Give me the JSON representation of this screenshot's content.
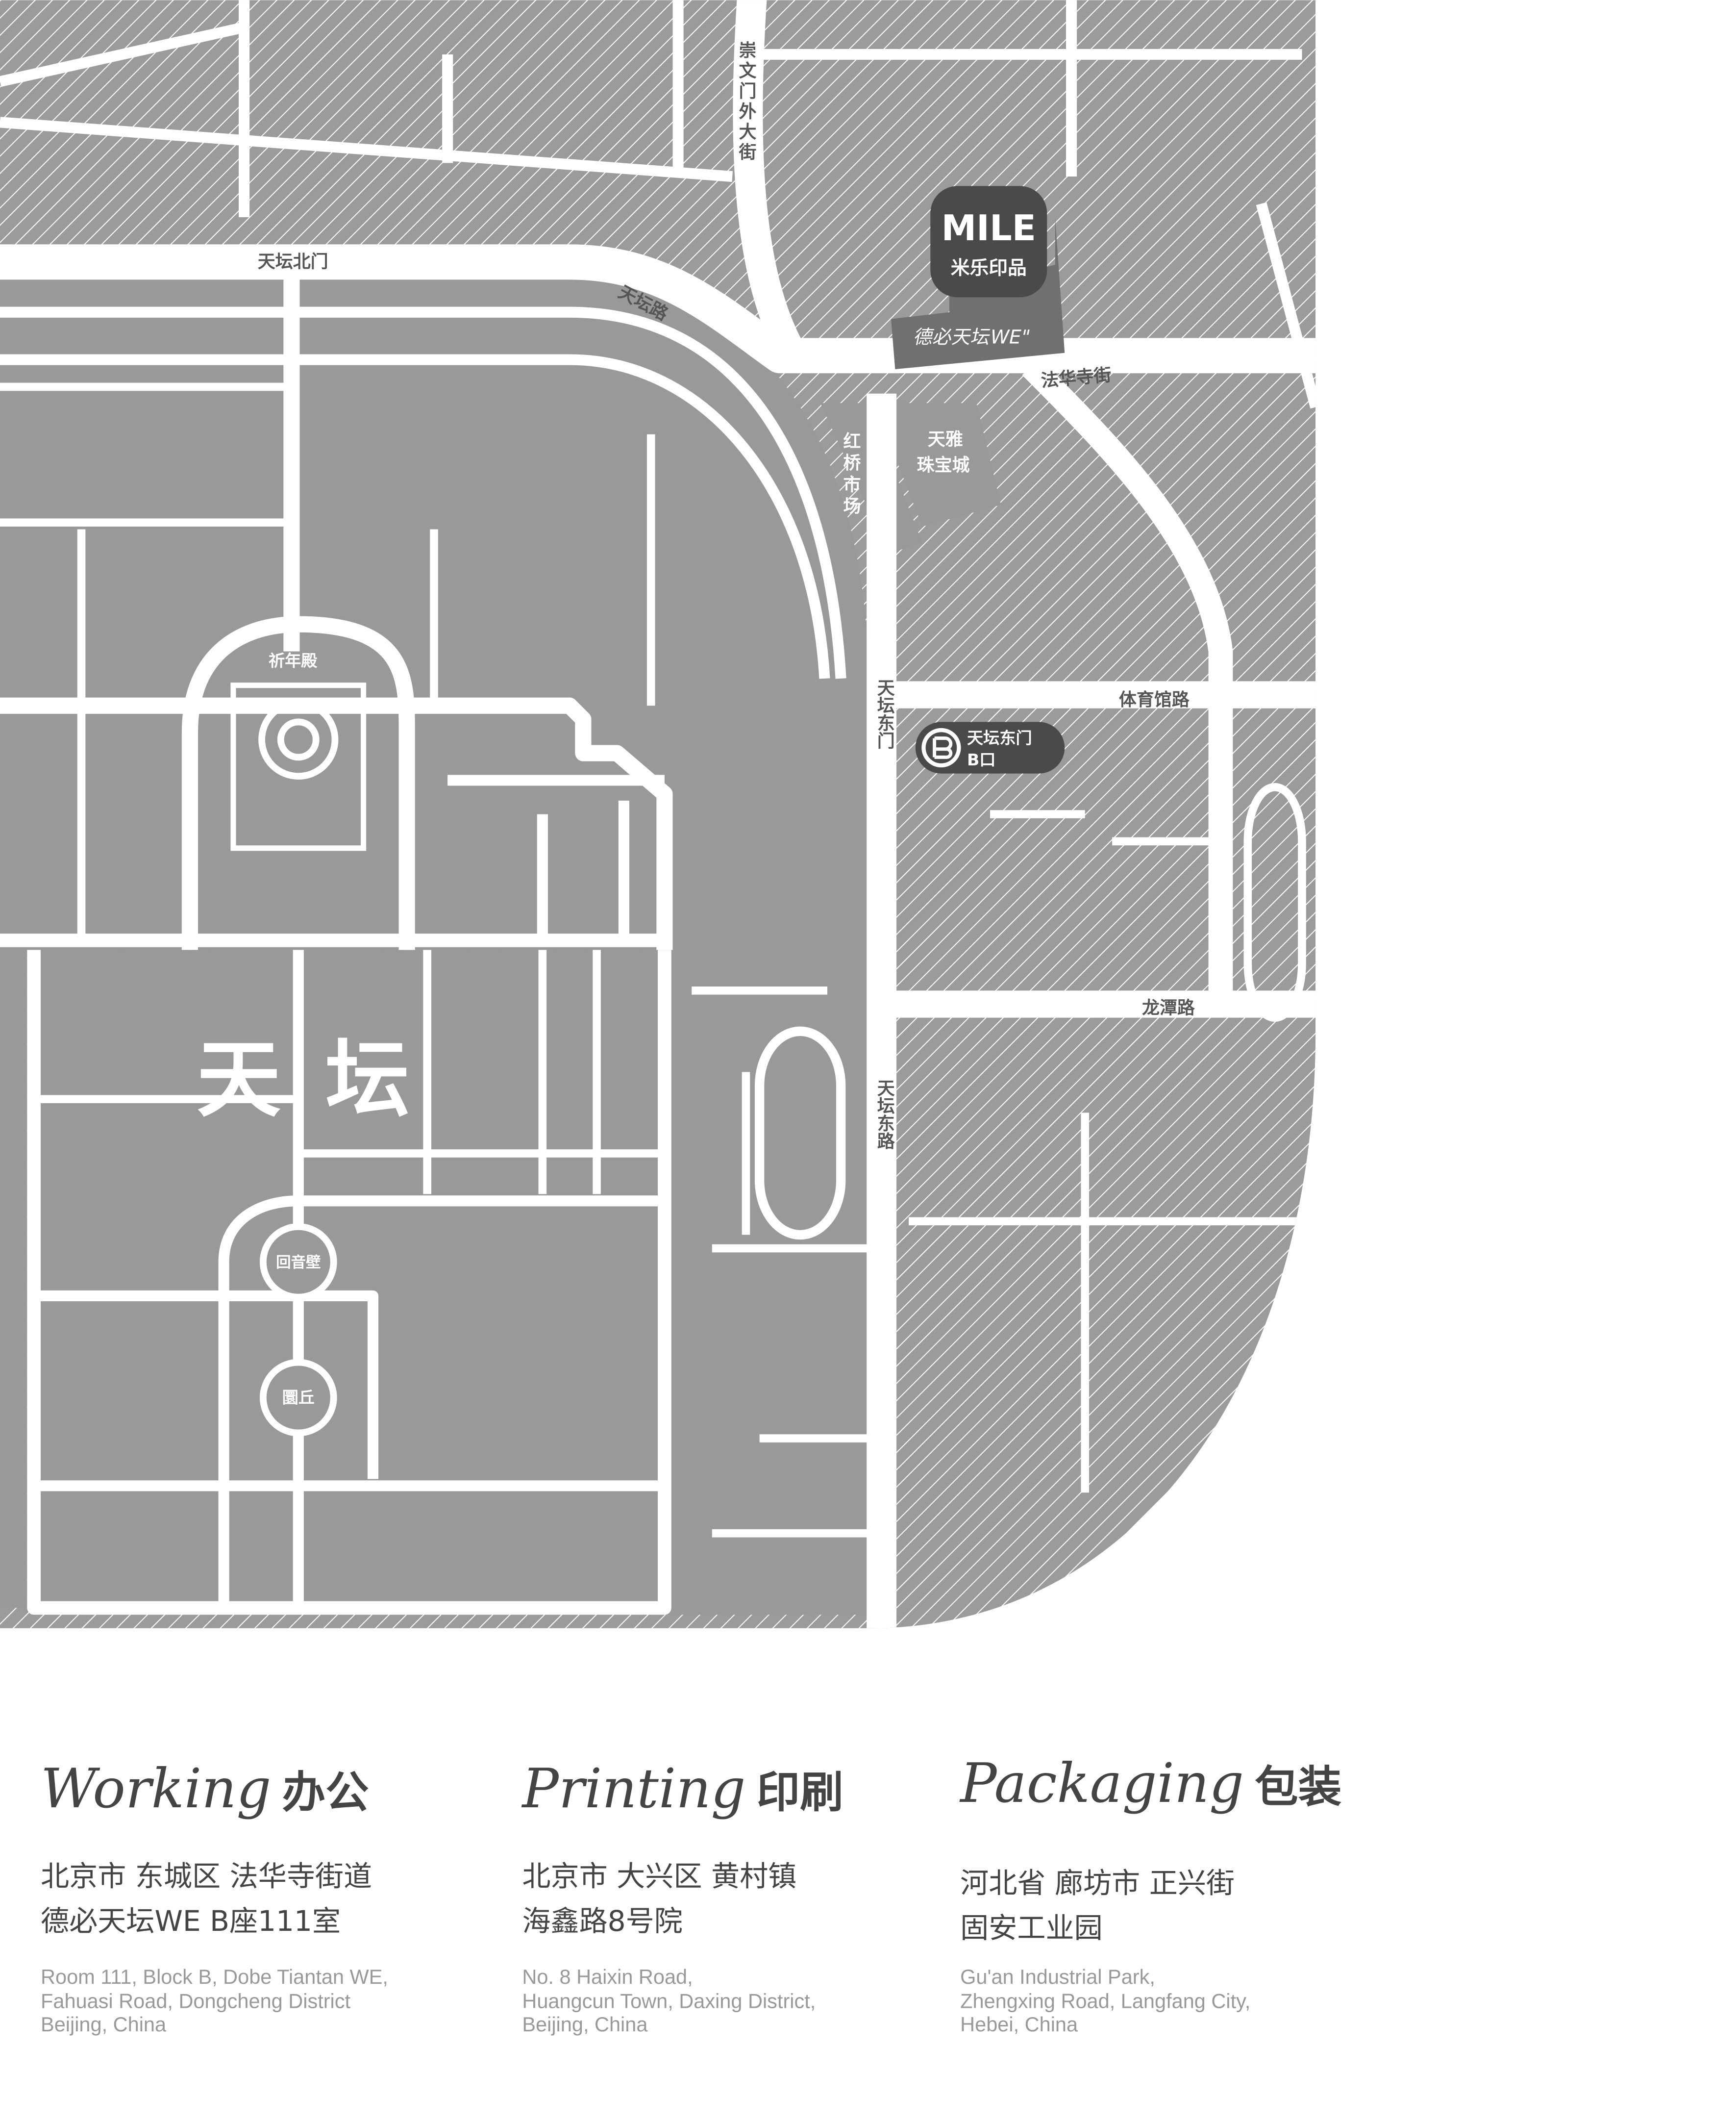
{
  "map": {
    "colors": {
      "block": "#9b9b9b",
      "park": "#999999",
      "road": "#ffffff",
      "marker": "#4a4a4a",
      "building": "#707070"
    },
    "roads": {
      "chongwenmenwai": "崇文门外大街",
      "tiantan_north_gate": "天坛北门",
      "tiantan_road": "天坛路",
      "fahuasi": "法华寺街",
      "tiantan_east_gate": "天坛东门",
      "tiyuguan": "体育馆路",
      "longtan": "龙潭路",
      "tiantan_east_road": "天坛东路"
    },
    "places": {
      "hongqiao": "红桥市场",
      "tianya_1": "天雅",
      "tianya_2": "珠宝城",
      "qiniandian": "祈年殿",
      "tiantan_1": "天",
      "tiantan_2": "坛",
      "huiyinbi": "回音壁",
      "yuanqiu": "圜丘",
      "building": "德必天坛WE\""
    },
    "marker": {
      "brand": "MILE",
      "name": "米乐印品"
    },
    "subway": {
      "line1": "天坛东门",
      "line2": "B口",
      "icon": "subway-icon"
    }
  },
  "locations": [
    {
      "title_en": "Working",
      "title_cn": "办公",
      "cn_line1": "北京市 东城区 法华寺街道",
      "cn_line2": "德必天坛WE  B座111室",
      "en_line1": "Room 111, Block B, Dobe Tiantan WE,",
      "en_line2": "Fahuasi Road, Dongcheng District",
      "en_line3": "Beijing, China"
    },
    {
      "title_en": "Printing",
      "title_cn": "印刷",
      "cn_line1": "北京市 大兴区 黄村镇",
      "cn_line2": "海鑫路8号院",
      "en_line1": "No. 8 Haixin Road,",
      "en_line2": "Huangcun Town, Daxing District,",
      "en_line3": "Beijing, China"
    },
    {
      "title_en": "Packaging",
      "title_cn": "包装",
      "cn_line1": "河北省 廊坊市 正兴街",
      "cn_line2": "固安工业园",
      "en_line1": "Gu'an Industrial Park,",
      "en_line2": "Zhengxing Road, Langfang City,",
      "en_line3": "Hebei, China"
    }
  ]
}
